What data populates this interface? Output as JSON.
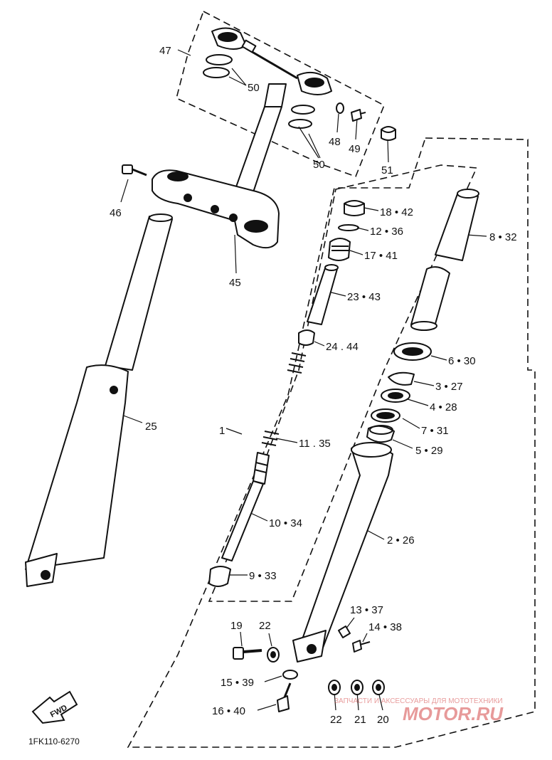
{
  "diagram": {
    "callouts": {
      "c47": "47",
      "c50a": "50",
      "c50b": "50",
      "c48": "48",
      "c49": "49",
      "c51": "51",
      "c46": "46",
      "c45": "45",
      "c25": "25",
      "c1": "1",
      "c18_42": "18 • 42",
      "c12_36": "12 • 36",
      "c17_41": "17 • 41",
      "c8_32": "8 • 32",
      "c23_43": "23 • 43",
      "c24_44": "24 . 44",
      "c6_30": "6 • 30",
      "c3_27": "3 • 27",
      "c4_28": "4 • 28",
      "c7_31": "7 • 31",
      "c5_29": "5 • 29",
      "c11_35": "11 . 35",
      "c10_34": "10 • 34",
      "c2_26": "2 • 26",
      "c9_33": "9 • 33",
      "c13_37": "13 • 37",
      "c14_38": "14 • 38",
      "c19": "19",
      "c22a": "22",
      "c15_39": "15 • 39",
      "c16_40": "16 • 40",
      "c22b": "22",
      "c21": "21",
      "c20": "20"
    },
    "fwd_label": "FWD",
    "diagram_code": "1FK110-6270",
    "watermark": {
      "tagline": "ЗАПЧАСТИ И АКСЕССУАРЫ ДЛЯ МОТОТЕХНИКИ",
      "brand": "MOTOR.RU"
    }
  }
}
